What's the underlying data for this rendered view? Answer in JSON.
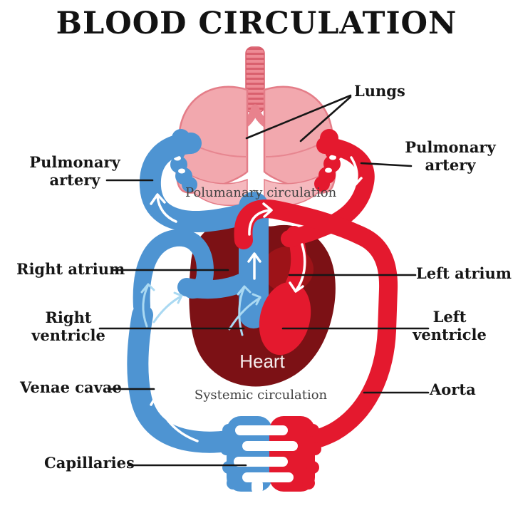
{
  "title": "BLOOD CIRCULATION",
  "diagram": {
    "labels": {
      "lungs": "Lungs",
      "pulmonary_artery_left_line1": "Pulmonary",
      "pulmonary_artery_left_line2": "artery",
      "pulmonary_artery_right_line1": "Pulmonary",
      "pulmonary_artery_right_line2": "artery",
      "right_atrium": "Right atrium",
      "left_atrium": "Left atrium",
      "right_ventricle_line1": "Right",
      "right_ventricle_line2": "ventricle",
      "left_ventricle_line1": "Left",
      "left_ventricle_line2": "ventricle",
      "venae_cavae": "Venae cavae",
      "aorta": "Aorta",
      "capillaries": "Capillaries"
    },
    "captions": {
      "pulmonary": "Polumanary circulation",
      "systemic": "Systemic circulation",
      "heart": "Heart"
    },
    "colors": {
      "artery_red": "#e4192e",
      "vein_blue": "#4e94d2",
      "heart_maroon": "#7c1115",
      "heart_mid_red": "#9d1318",
      "lung_pink": "#f2a8ae",
      "lung_pink_light": "#f5b9be",
      "lung_outline": "#e47d88",
      "label_black": "#161616",
      "caption_gray": "#414141",
      "heart_label_white": "#f6eded",
      "light_blue_arrow": "#aad9f2"
    }
  }
}
